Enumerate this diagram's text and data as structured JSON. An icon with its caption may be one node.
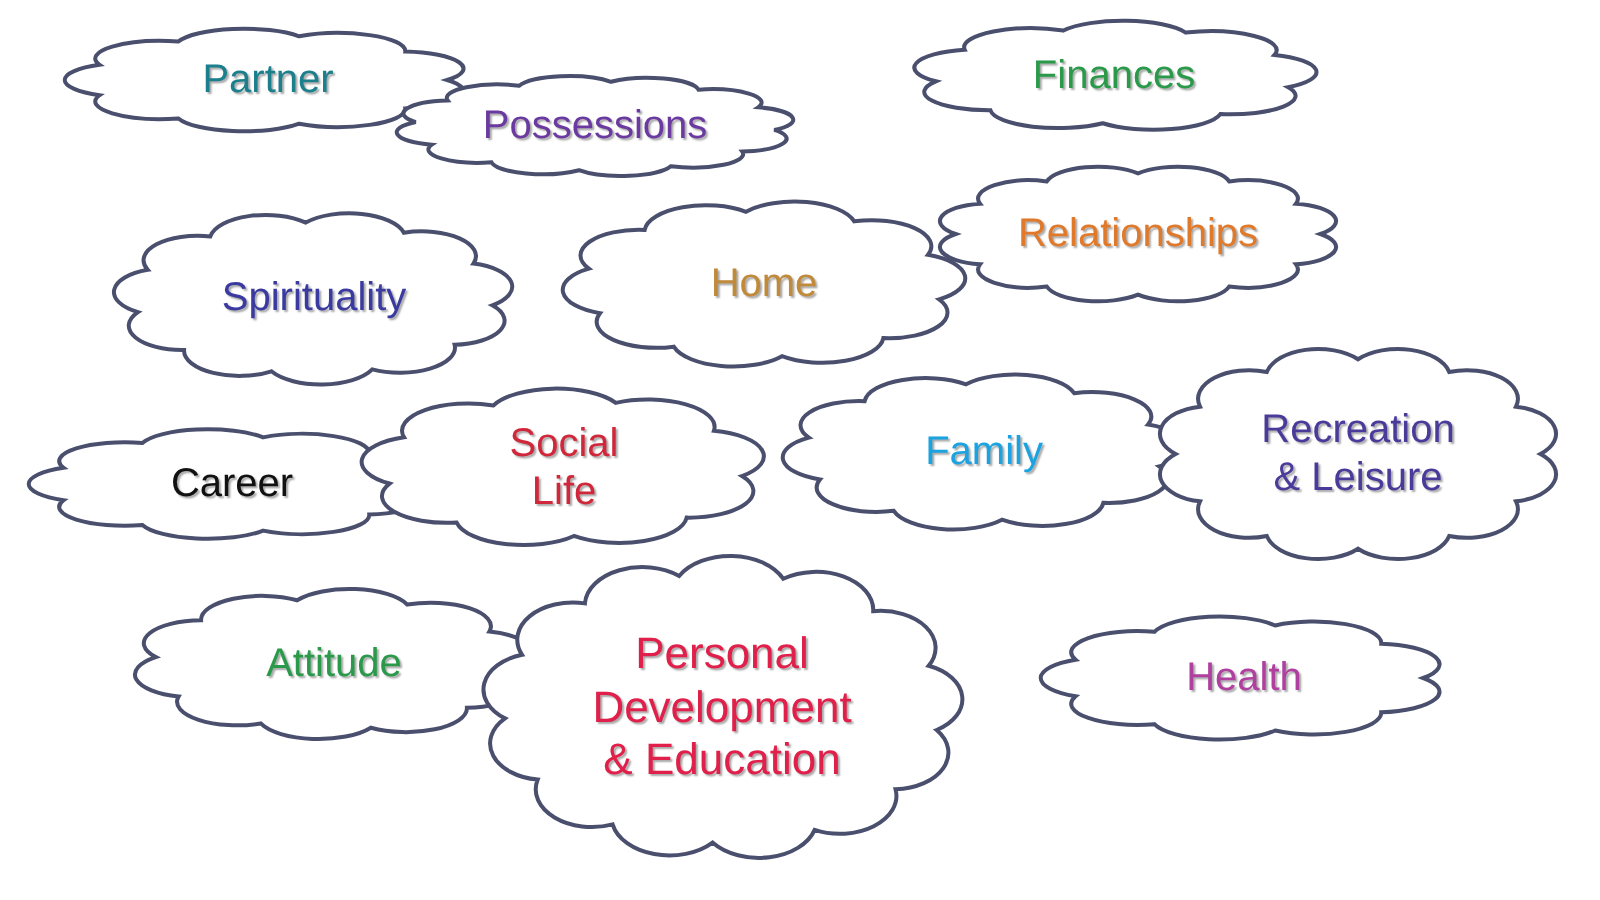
{
  "diagram": {
    "nodes": [
      {
        "text": [
          "Partner"
        ]
      },
      {
        "text": [
          "Possessions"
        ]
      },
      {
        "text": [
          "Finances"
        ]
      },
      {
        "text": [
          "Relationships"
        ]
      },
      {
        "text": [
          "Spirituality"
        ]
      },
      {
        "text": [
          "Home"
        ]
      },
      {
        "text": [
          "Career"
        ]
      },
      {
        "text": [
          "Social Life"
        ]
      },
      {
        "text": [
          "Family"
        ]
      },
      {
        "text": [
          "Recreation & Leisure"
        ]
      },
      {
        "text": [
          "Attitude"
        ]
      },
      {
        "text": [
          "Personal Development & Education"
        ]
      },
      {
        "text": [
          "Health"
        ]
      }
    ]
  }
}
